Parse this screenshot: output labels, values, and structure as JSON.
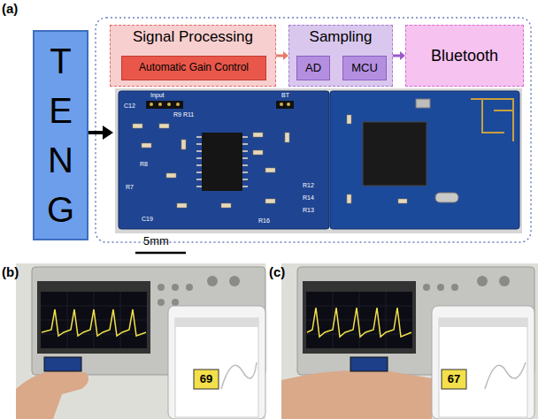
{
  "diagram": {
    "nodes": [
      {
        "text": [
          "TENG"
        ]
      },
      {
        "text": [
          "Signal Processing"
        ]
      },
      {
        "text": [
          "Automatic Gain Control"
        ],
        "in": 1
      },
      {
        "text": [
          "Sampling"
        ]
      },
      {
        "text": [
          "AD"
        ],
        "in": 3
      },
      {
        "text": [
          "MCU"
        ],
        "in": 3
      },
      {
        "text": [
          "Bluetooth"
        ]
      }
    ],
    "edges": [
      {
        "from": 1,
        "to": 3,
        "arrow": "to"
      },
      {
        "from": 4,
        "to": 5,
        "arrow": "to"
      },
      {
        "from": 3,
        "to": 6,
        "arrow": "to"
      }
    ],
    "labels": [
      "(a)",
      "Input",
      "BT",
      "R9 R11",
      "R7",
      "R8",
      "R16",
      "R12",
      "R14",
      "R13",
      "C12",
      "C19",
      "5mm",
      "(b)",
      "(c)",
      "69",
      "67"
    ]
  }
}
